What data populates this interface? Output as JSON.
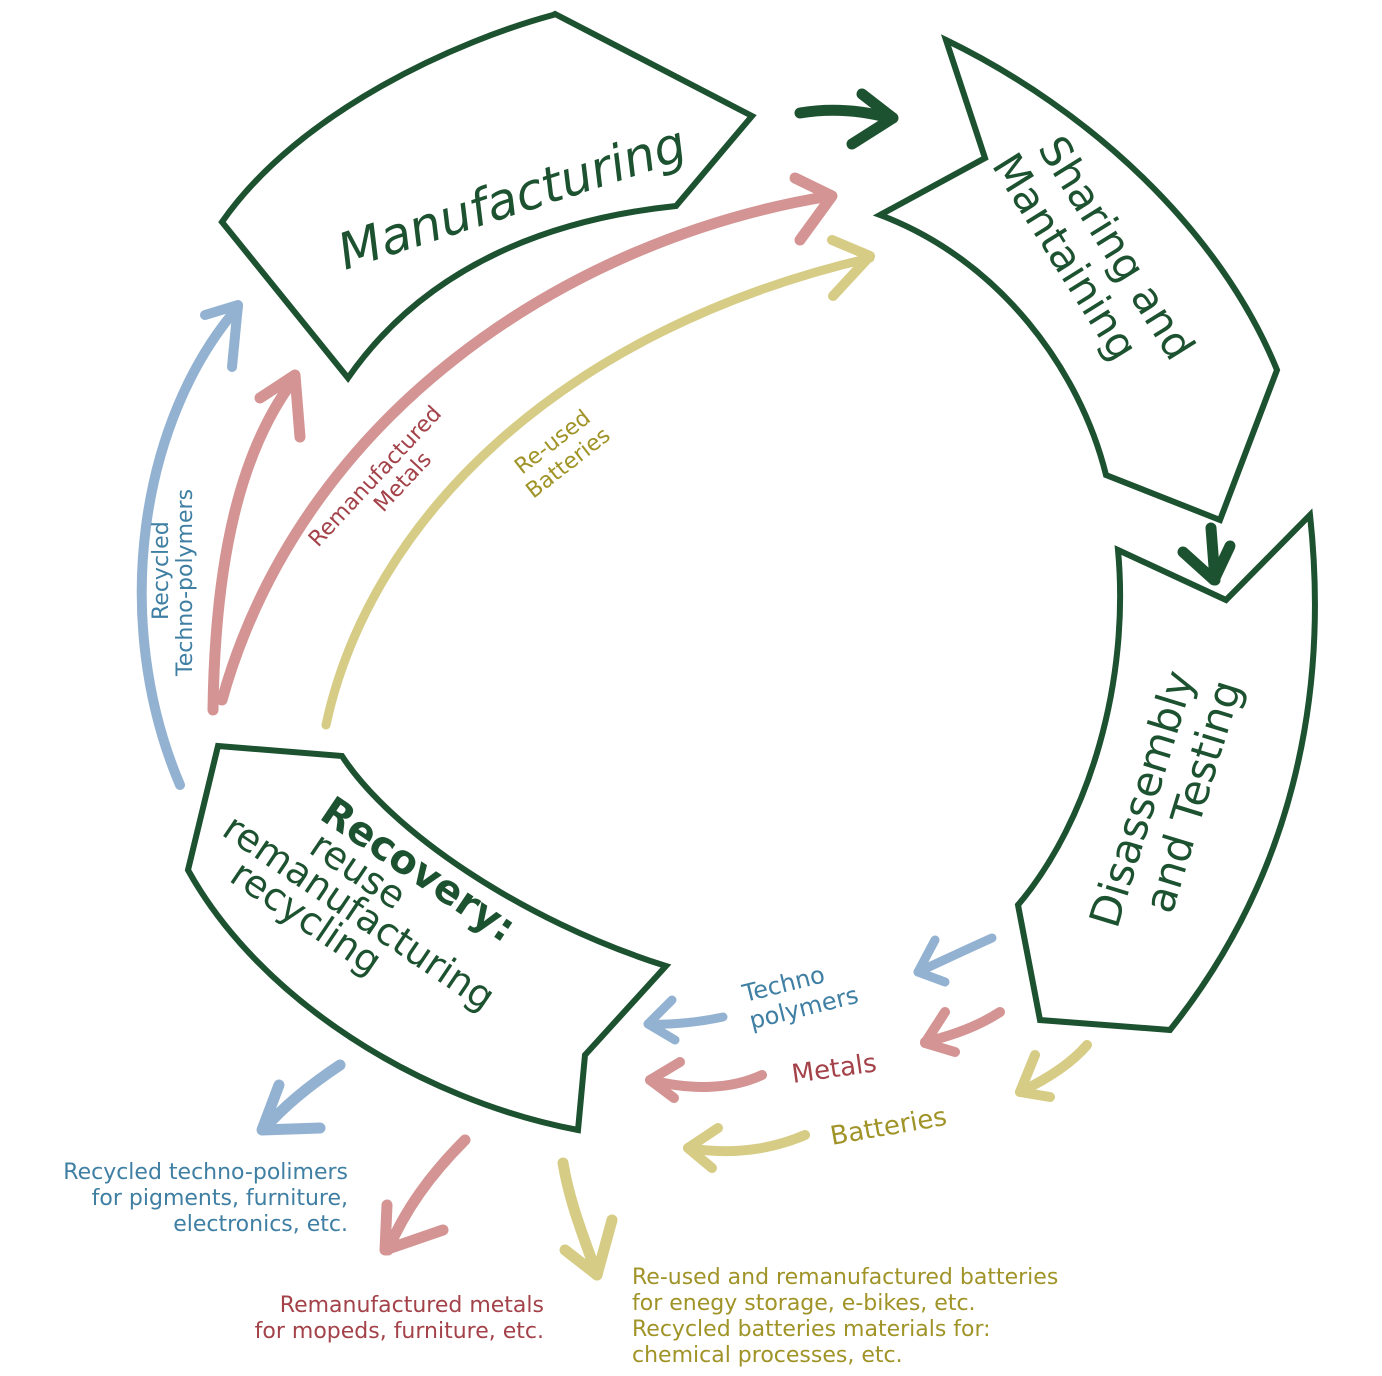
{
  "colors": {
    "stage": "#1d5230",
    "polymers_arrow": "#93b2d1",
    "polymers_text": "#3f7fa3",
    "metals_arrow": "#d49494",
    "metals_text": "#a34249",
    "batteries_arrow": "#d6cc85",
    "batteries_text": "#a09428"
  },
  "stages": {
    "manufacturing": "Manufacturing",
    "sharing_line1": "Sharing and",
    "sharing_line2": "Mantaining",
    "disassembly_line1": "Disassembly",
    "disassembly_line2": "and Testing",
    "recovery_line1": "Recovery:",
    "recovery_line2": "reuse",
    "recovery_line3": "remanufacturing",
    "recovery_line4": "recycling"
  },
  "loop_labels": {
    "recycled_line1": "Recycled",
    "recycled_line2": "Techno-polymers",
    "remanufactured_line1": "Remanufactured",
    "remanufactured_line2": "Metals",
    "reused_line1": "Re-used",
    "reused_line2": "Batteries"
  },
  "flow_labels": {
    "techno_line1": "Techno",
    "techno_line2": "polymers",
    "metals": "Metals",
    "batteries": "Batteries"
  },
  "outputs": {
    "polymers": "Recycled techno-polimers\nfor pigments, furniture,\nelectronics, etc.",
    "metals": "Remanufactured metals\nfor mopeds, furniture, etc.",
    "batteries": "Re-used and remanufactured batteries\nfor enegy storage, e-bikes, etc.\nRecycled batteries materials for:\nchemical processes, etc."
  }
}
